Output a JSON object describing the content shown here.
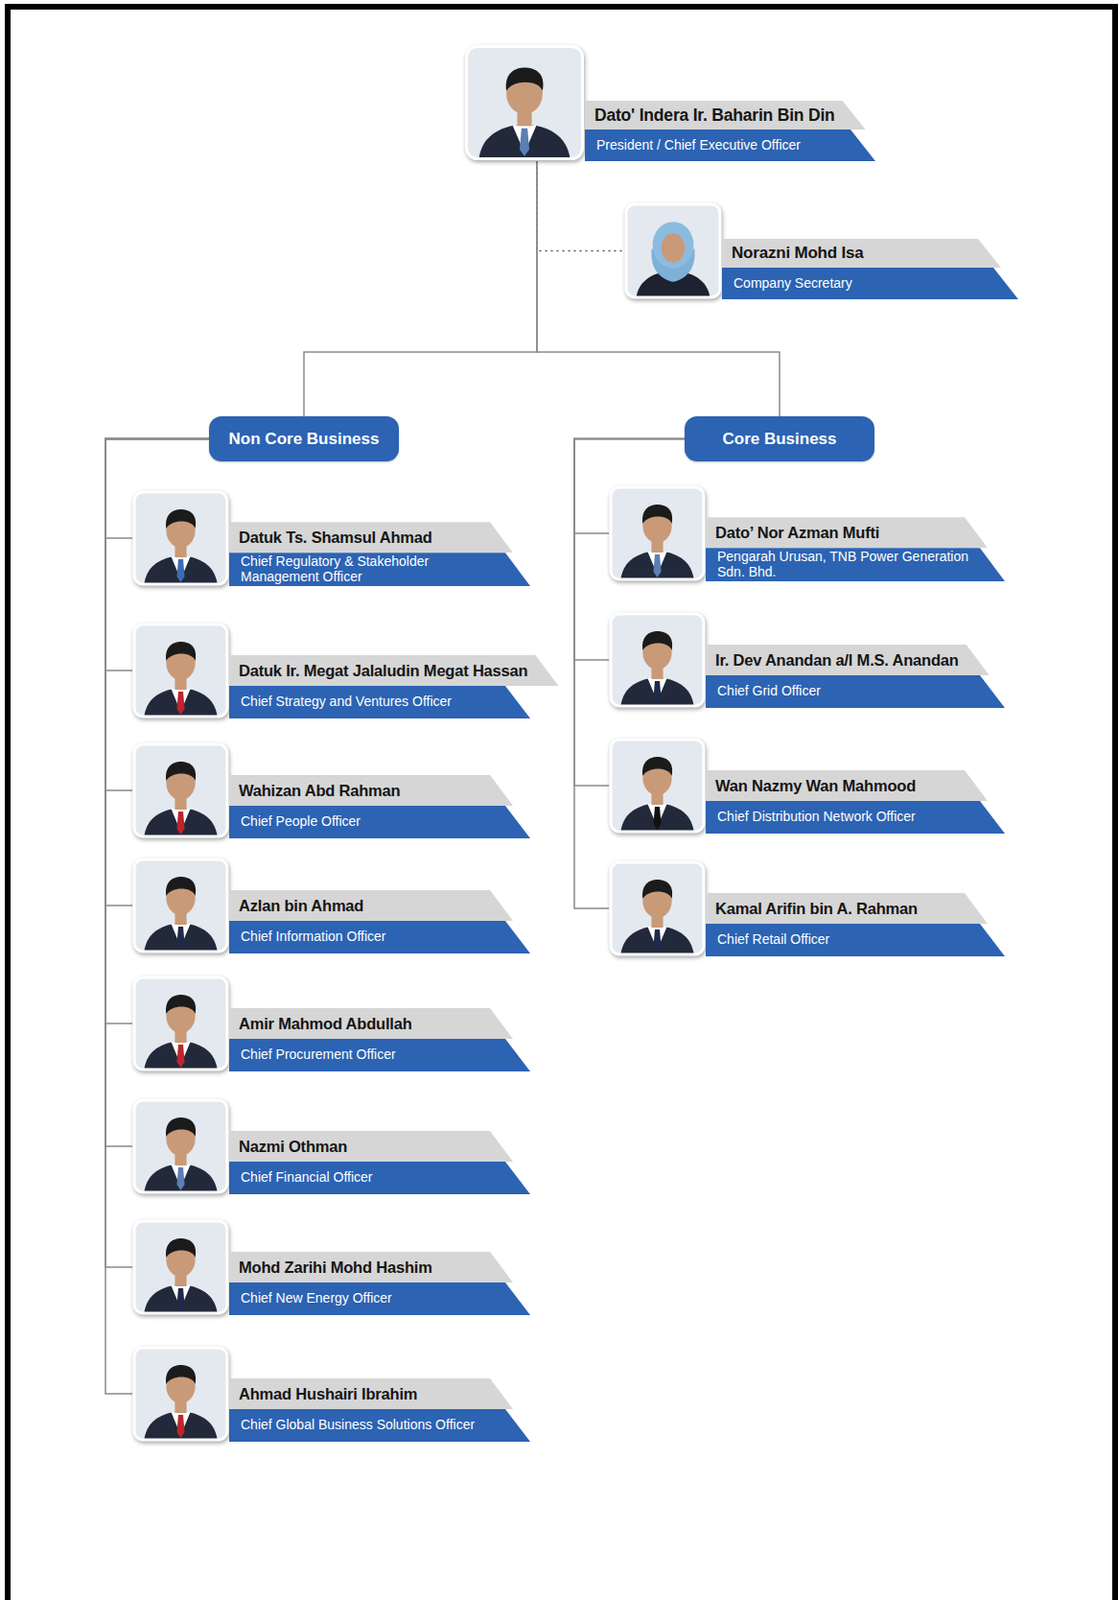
{
  "diagram": {
    "nodes": [
      {
        "text": [
          "Dato' Indera Ir. Baharin Bin Din",
          "President / Chief Executive Officer"
        ]
      },
      {
        "text": [
          "Norazni Mohd Isa",
          "Company Secretary"
        ]
      },
      {
        "text": [
          "Non Core Business"
        ]
      },
      {
        "text": [
          "Core Business"
        ]
      },
      {
        "text": [
          "Datuk Ts. Shamsul Ahmad",
          "Chief Regulatory & Stakeholder Management Officer"
        ]
      },
      {
        "text": [
          "Datuk Ir. Megat Jalaludin Megat Hassan",
          "Chief Strategy and Ventures Officer"
        ]
      },
      {
        "text": [
          "Wahizan Abd Rahman",
          "Chief People Officer"
        ]
      },
      {
        "text": [
          "Azlan bin Ahmad",
          "Chief Information Officer"
        ]
      },
      {
        "text": [
          "Amir Mahmod Abdullah",
          "Chief Procurement Officer"
        ]
      },
      {
        "text": [
          "Nazmi Othman",
          "Chief Financial Officer"
        ]
      },
      {
        "text": [
          "Mohd Zarihi Mohd Hashim",
          "Chief New Energy Officer"
        ]
      },
      {
        "text": [
          "Ahmad Hushairi Ibrahim",
          "Chief Global Business Solutions Officer"
        ]
      },
      {
        "text": [
          "Dato’ Nor Azman Mufti",
          "Pengarah Urusan, TNB Power Generation Sdn. Bhd."
        ]
      },
      {
        "text": [
          "Ir. Dev Anandan a/l M.S. Anandan",
          "Chief Grid Officer"
        ]
      },
      {
        "text": [
          "Wan Nazmy Wan Mahmood",
          "Chief Distribution Network Officer"
        ]
      },
      {
        "text": [
          "Kamal Arifin bin A. Rahman",
          "Chief Retail Officer"
        ]
      }
    ],
    "edges": [
      {
        "from": 0,
        "to": 1,
        "arrow": "none"
      },
      {
        "from": 0,
        "to": 2,
        "arrow": "none"
      },
      {
        "from": 0,
        "to": 3,
        "arrow": "none"
      },
      {
        "from": 2,
        "to": 4,
        "arrow": "none"
      },
      {
        "from": 2,
        "to": 5,
        "arrow": "none"
      },
      {
        "from": 2,
        "to": 6,
        "arrow": "none"
      },
      {
        "from": 2,
        "to": 7,
        "arrow": "none"
      },
      {
        "from": 2,
        "to": 8,
        "arrow": "none"
      },
      {
        "from": 2,
        "to": 9,
        "arrow": "none"
      },
      {
        "from": 2,
        "to": 10,
        "arrow": "none"
      },
      {
        "from": 2,
        "to": 11,
        "arrow": "none"
      },
      {
        "from": 3,
        "to": 12,
        "arrow": "none"
      },
      {
        "from": 3,
        "to": 13,
        "arrow": "none"
      },
      {
        "from": 3,
        "to": 14,
        "arrow": "none"
      },
      {
        "from": 3,
        "to": 15,
        "arrow": "none"
      }
    ]
  }
}
